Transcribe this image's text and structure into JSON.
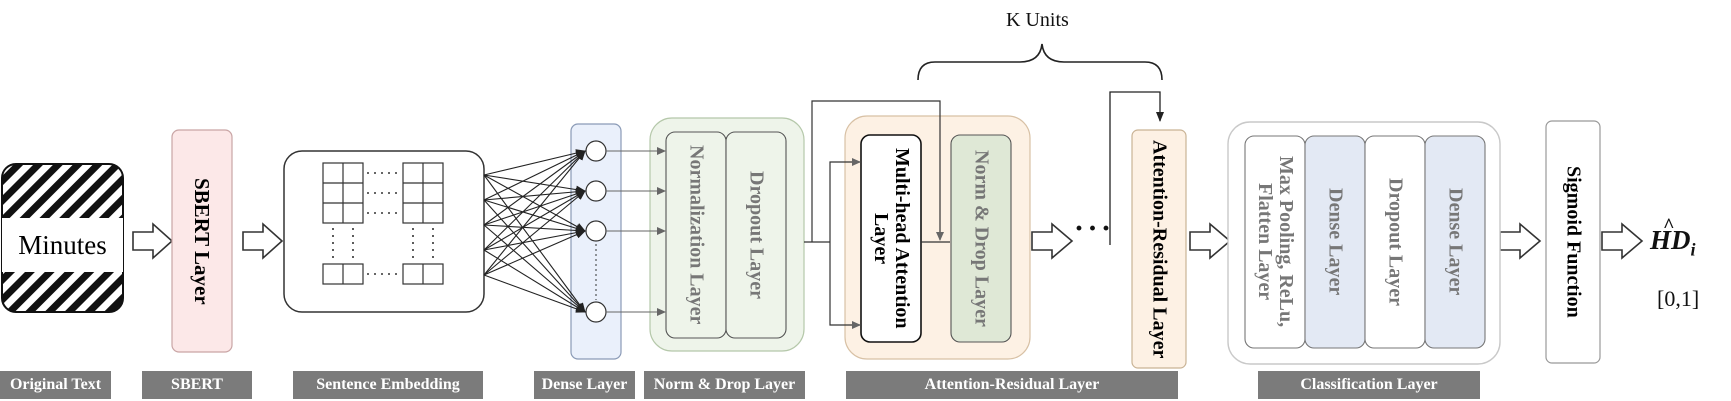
{
  "title": "K Units",
  "input_label": "Minutes",
  "output_symbol": "HD",
  "output_subscript": "i",
  "output_range": "[0,1]",
  "blocks": {
    "sbert": "SBERT Layer",
    "normalization": "Normalization Layer",
    "dropout": "Dropout Layer",
    "multihead": "Multi-head Attention Layer",
    "norm_drop": "Norm & Drop Layer",
    "attention_residual": "Attention-Residual Layer",
    "maxpool": "Max Pooling, ReLu, Flatten Layer",
    "dense1": "Dense Layer",
    "dropout2": "Dropout Layer",
    "dense2": "Dense Layer",
    "sigmoid": "Sigmoid Function"
  },
  "ellipsis": "· · ·",
  "stages": [
    "Original Text",
    "SBERT",
    "Sentence Embedding",
    "Dense Layer",
    "Norm & Drop Layer",
    "Attention-Residual Layer",
    "Classification Layer"
  ],
  "colors": {
    "sbert_fill": "#fce8e8",
    "dense_fill": "#eaf0fb",
    "norm_group_fill": "#eef4ea",
    "attn_group_fill": "#fdf1e4",
    "norm_drop_fill": "#dfe8d6",
    "class_dense_fill": "#e3e9f4",
    "strip": "#7b7b7b"
  }
}
